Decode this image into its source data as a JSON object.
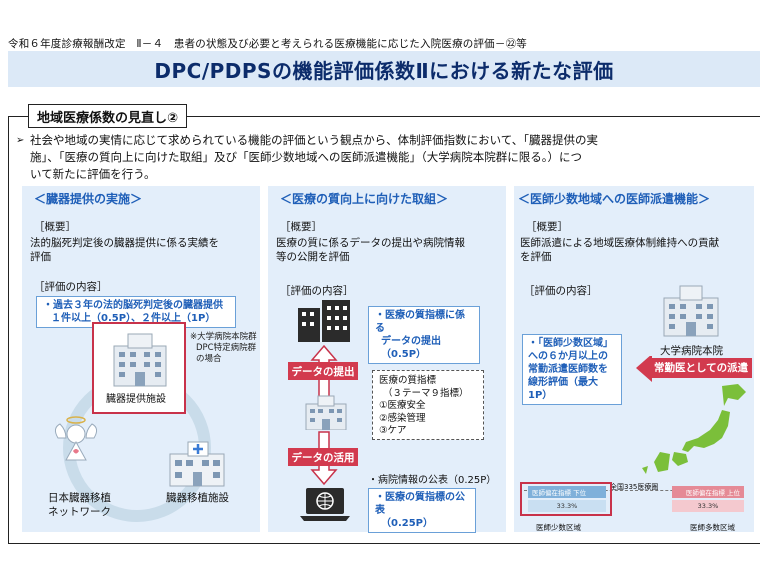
{
  "header": {
    "breadcrumb": "令和６年度診療報酬改定　Ⅱ－４　患者の状態及び必要と考えられる医療機能に応じた入院医療の評価－㉒等",
    "title": "DPC/PDPSの機能評価係数Ⅱにおける新たな評価"
  },
  "section": {
    "tab": "地域医療係数の見直し②",
    "bullet_glyph": "➢",
    "intro_lines": [
      "社会や地域の実情に応じて求められている機能の評価という観点から、体制評価指数において、「臓器提供の実",
      "施」、「医療の質向上に向けた取組」及び「医師少数地域への医師派遣機能」（大学病院本院群に限る。）につ",
      "いて新たに評価を行う。"
    ]
  },
  "panel1": {
    "head": "＜臓器提供の実施＞",
    "overview_label": "［概要］",
    "overview_text": [
      "法的脳死判定後の臓器提供に係る実績を",
      "評価"
    ],
    "eval_label": "［評価の内容］",
    "eval_items": [
      "・過去３年の法的脳死判定後の臓器提供",
      "１件以上（0.5P）、２件以上（1P）"
    ],
    "note": [
      "※大学病院本院群",
      "DPC特定病院群",
      "の場合"
    ],
    "hospital_label": "臓器提供施設",
    "network_label": [
      "日本臓器移植",
      "ネットワーク"
    ],
    "transplant_label": "臓器移植施設"
  },
  "panel2": {
    "head": "＜医療の質向上に向けた取組＞",
    "overview_label": "［概要］",
    "overview_text": [
      "医療の質に係るデータの提出や病院情報",
      "等の公開を評価"
    ],
    "eval_label": "［評価の内容］",
    "eval1": [
      "・医療の質指標に係る",
      "データの提出（0.5P）"
    ],
    "submit_tag": "データの提出",
    "use_tag": "データの活用",
    "indicator": [
      "医療の質指標",
      "（３テーマ９指標）",
      "①医療安全",
      "②感染管理",
      "③ケア"
    ],
    "eval2_plain": "・病院情報の公表（0.25P）",
    "eval2_bold": [
      "・医療の質指標の公表",
      "（0.25P）"
    ]
  },
  "panel3": {
    "head": "＜医師少数地域への医師派遣機能＞",
    "overview_label": "［概要］",
    "overview_text": [
      "医師派遣による地域医療体制維持への貢献",
      "を評価"
    ],
    "eval_label": "［評価の内容］",
    "hospital_label": "大学病院本院",
    "eval_items": [
      "・「医師少数区域」",
      "への６か月以上の",
      "常勤派遣医師数を",
      "線形評価（最大1P）"
    ],
    "dispatch_tag": "常勤医としての派遣",
    "map_title": "全国335医療圏",
    "low_area_bar": "医師偏在指標 下位",
    "high_area_bar": "医師偏在指標 上位",
    "pct_low": "33.3%",
    "pct_high": "33.3%",
    "low_area_label": "医師少数区域",
    "high_area_label": "医師多数区域"
  }
}
